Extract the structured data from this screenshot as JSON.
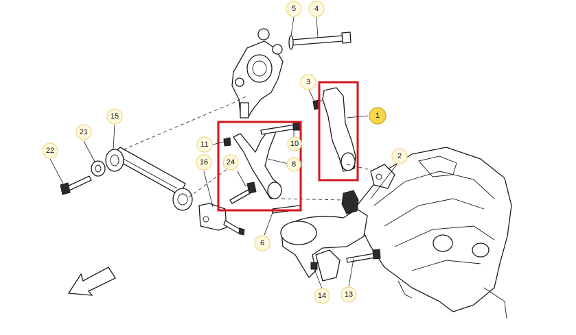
{
  "callouts": [
    {
      "id": "c5",
      "label": "5"
    },
    {
      "id": "c4",
      "label": "4"
    },
    {
      "id": "c3",
      "label": "3"
    },
    {
      "id": "c1",
      "label": "1"
    },
    {
      "id": "c15",
      "label": "15"
    },
    {
      "id": "c21",
      "label": "21"
    },
    {
      "id": "c22",
      "label": "22"
    },
    {
      "id": "c11",
      "label": "11"
    },
    {
      "id": "c10",
      "label": "10"
    },
    {
      "id": "c16",
      "label": "16"
    },
    {
      "id": "c24",
      "label": "24"
    },
    {
      "id": "c8",
      "label": "8"
    },
    {
      "id": "c2",
      "label": "2"
    },
    {
      "id": "c6",
      "label": "6"
    },
    {
      "id": "c14",
      "label": "14"
    },
    {
      "id": "c13",
      "label": "13"
    }
  ],
  "highlight_color": "#d4141c",
  "active_callout_color": "#f6d64a",
  "icons": {
    "direction": "front-direction-arrow-icon"
  }
}
